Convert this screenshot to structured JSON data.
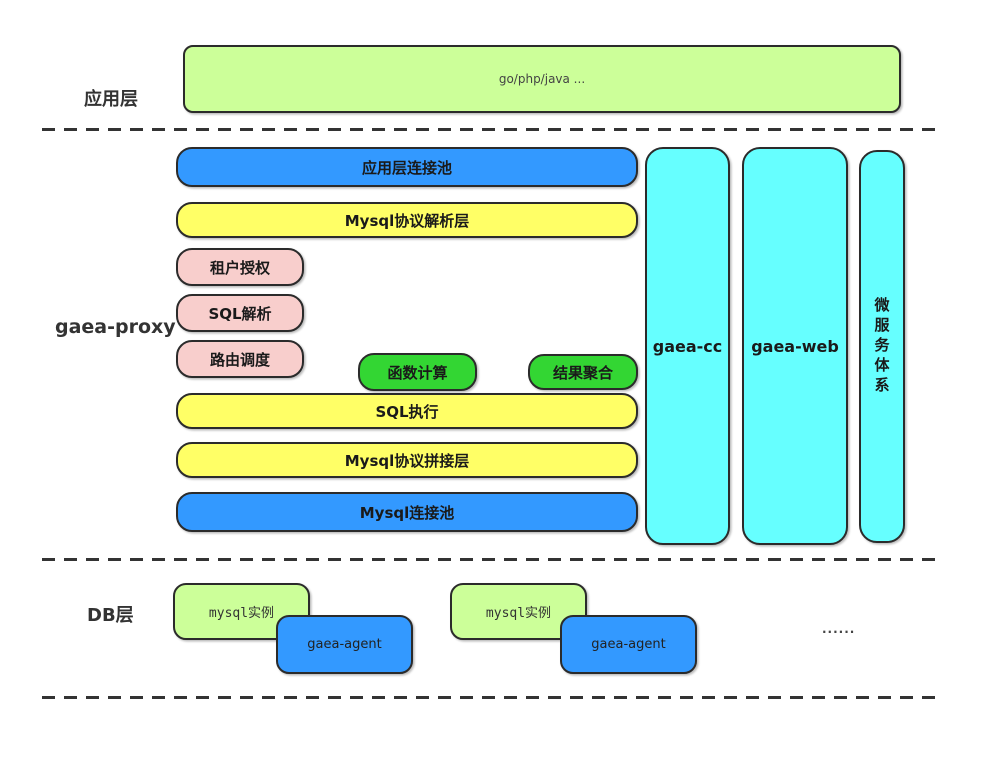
{
  "colors": {
    "light_green": "#ccff99",
    "blue": "#3399ff",
    "yellow": "#ffff66",
    "pink": "#f8cecc",
    "green": "#33d633",
    "cyan": "#66ffff",
    "border": "#2b2b2b",
    "label_text": "#333333"
  },
  "app_layer": {
    "label": "应用层",
    "box_label": "go/php/java ..."
  },
  "proxy_layer": {
    "label": "gaea-proxy",
    "stack": [
      {
        "id": "app-conn-pool",
        "label": "应用层连接池",
        "color": "blue"
      },
      {
        "id": "mysql-protocol-parse",
        "label": "Mysql协议解析层",
        "color": "yellow"
      },
      {
        "id": "tenant-auth",
        "label": "租户授权",
        "color": "pink"
      },
      {
        "id": "sql-parse",
        "label": "SQL解析",
        "color": "pink"
      },
      {
        "id": "route-dispatch",
        "label": "路由调度",
        "color": "pink"
      },
      {
        "id": "func-calc",
        "label": "函数计算",
        "color": "green"
      },
      {
        "id": "result-merge",
        "label": "结果聚合",
        "color": "green"
      },
      {
        "id": "sql-exec",
        "label": "SQL执行",
        "color": "yellow"
      },
      {
        "id": "mysql-protocol-assemble",
        "label": "Mysql协议拼接层",
        "color": "yellow"
      },
      {
        "id": "mysql-conn-pool",
        "label": "Mysql连接池",
        "color": "blue"
      }
    ],
    "side_columns": [
      {
        "id": "gaea-cc",
        "label": "gaea-cc"
      },
      {
        "id": "gaea-web",
        "label": "gaea-web"
      },
      {
        "id": "microservice-system",
        "label": "微服务体系"
      }
    ]
  },
  "db_layer": {
    "label": "DB层",
    "groups": [
      {
        "instance": "mysql实例",
        "agent": "gaea-agent"
      },
      {
        "instance": "mysql实例",
        "agent": "gaea-agent"
      }
    ],
    "ellipsis": "......"
  }
}
